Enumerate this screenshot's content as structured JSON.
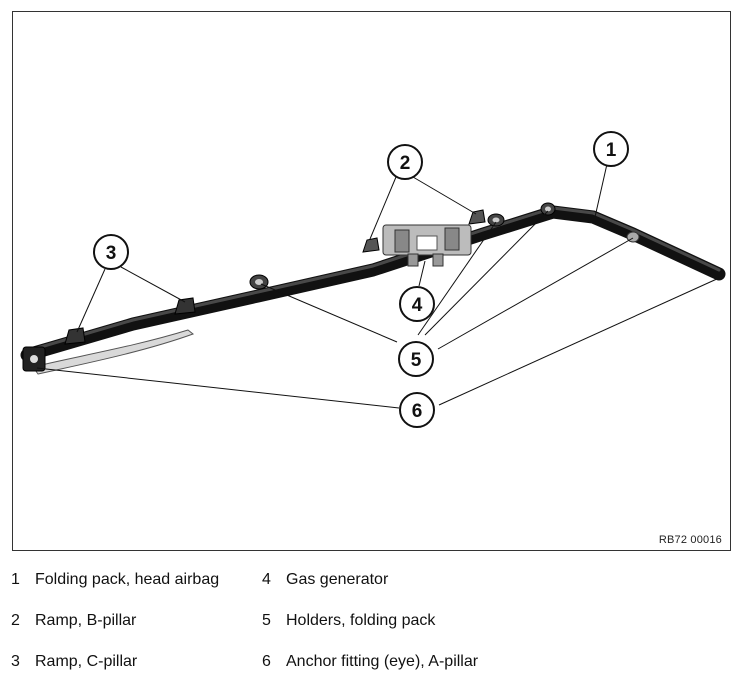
{
  "figure": {
    "code": "RB72 00016",
    "callouts": [
      "1",
      "2",
      "3",
      "4",
      "5",
      "6"
    ]
  },
  "legend": [
    {
      "num": "1",
      "text": "Folding pack, head airbag"
    },
    {
      "num": "2",
      "text": "Ramp, B-pillar"
    },
    {
      "num": "3",
      "text": "Ramp, C-pillar"
    },
    {
      "num": "4",
      "text": "Gas generator"
    },
    {
      "num": "5",
      "text": "Holders, folding pack"
    },
    {
      "num": "6",
      "text": "Anchor fitting (eye), A-pillar"
    }
  ]
}
